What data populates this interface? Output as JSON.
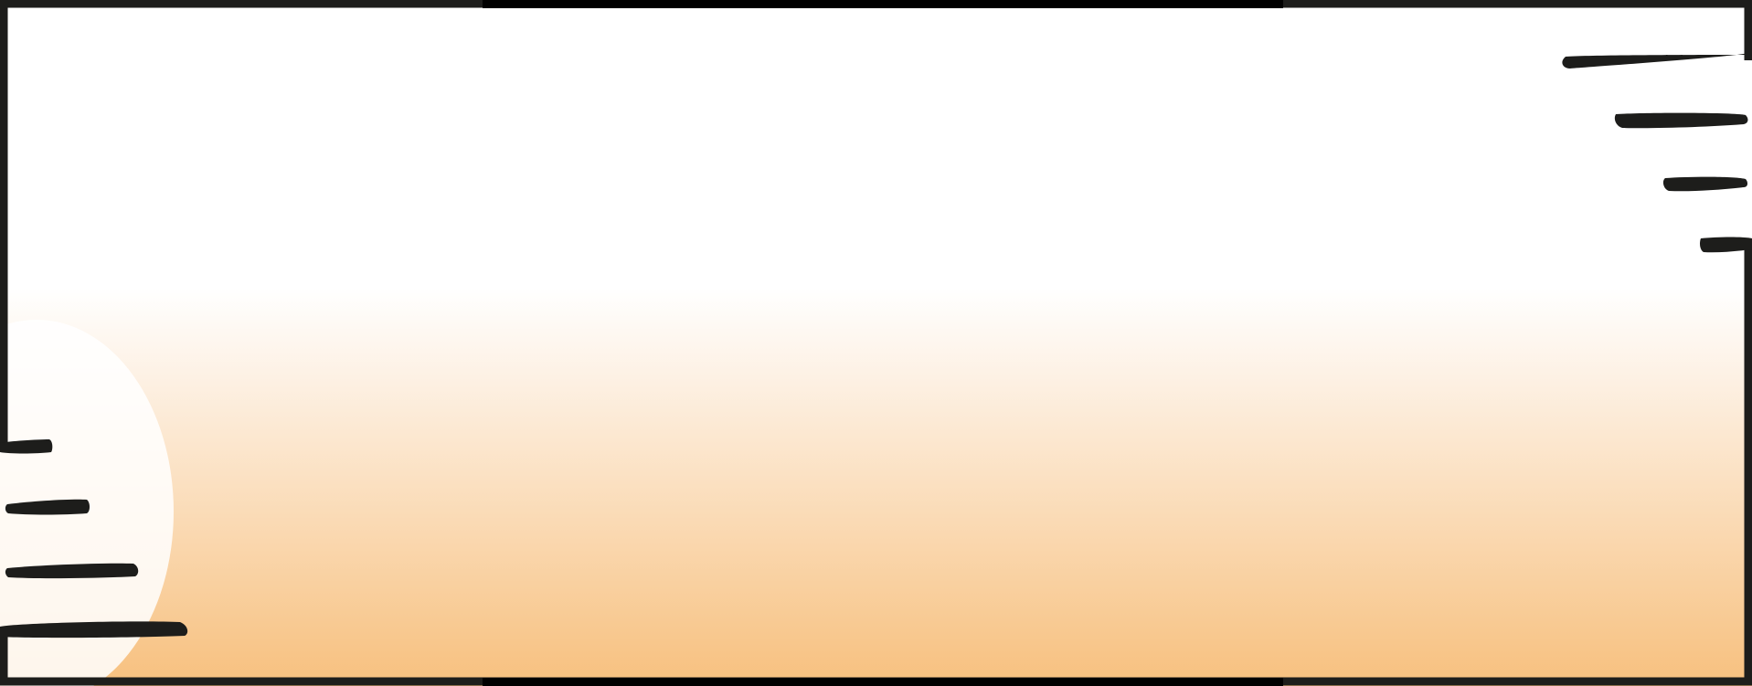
{
  "colors": {
    "background_top": "#ffffff",
    "gradient_mid": "#fdf1e4",
    "gradient_bottom": "#f7c07e",
    "frame_stroke": "#1d1d1b",
    "frame_edge_accent": "#000000"
  },
  "decoration": {
    "type": "decorative frame with brush-stroke accents",
    "top_right_strokes": 4,
    "bottom_left_strokes": 4
  }
}
